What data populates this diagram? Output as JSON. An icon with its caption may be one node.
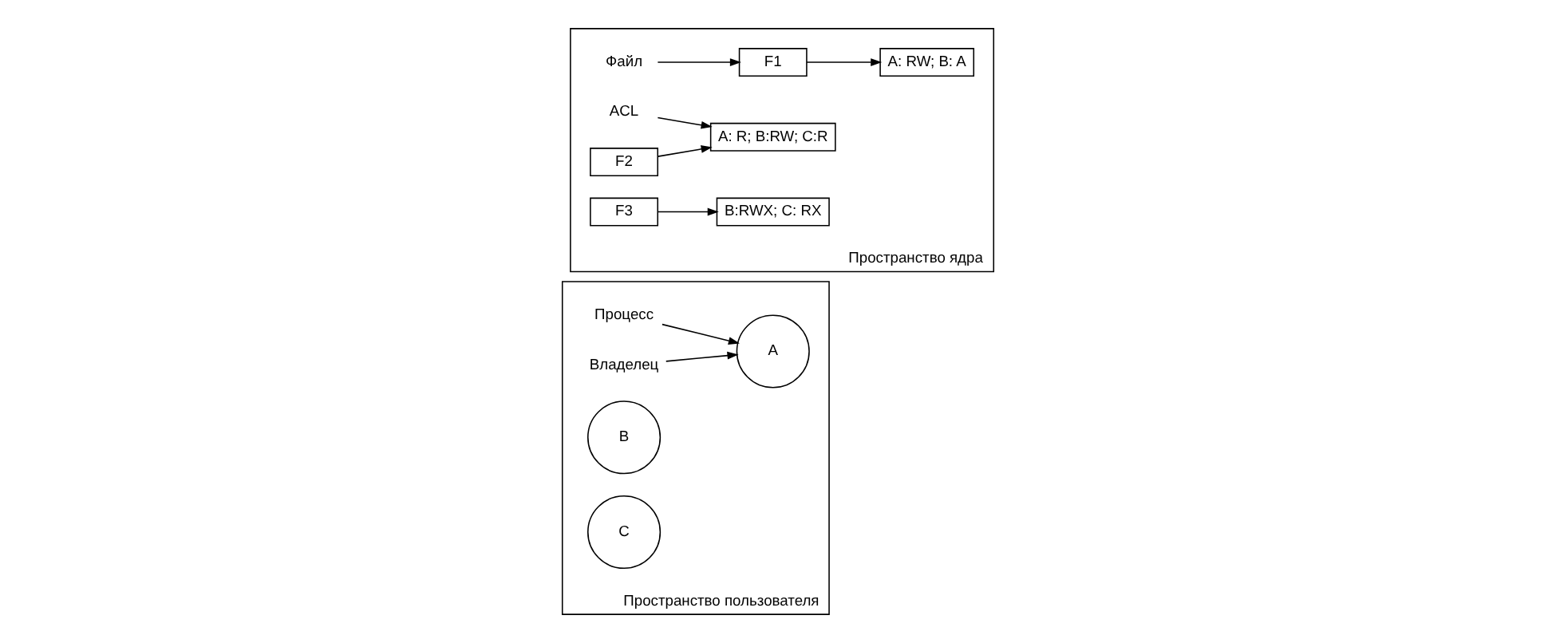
{
  "diagram": {
    "nodes": [
      {
        "text": [
          "Пространство пользователя"
        ]
      },
      {
        "text": [
          "Процесс"
        ],
        "in": 0
      },
      {
        "text": [
          "Владелец"
        ],
        "in": 0
      },
      {
        "text": [
          "A"
        ],
        "in": 0
      },
      {
        "text": [
          "B"
        ],
        "in": 0
      },
      {
        "text": [
          "C"
        ],
        "in": 0
      },
      {
        "text": [
          "Пространство ядра"
        ]
      },
      {
        "text": [
          "Файл"
        ],
        "in": 6
      },
      {
        "text": [
          "F1"
        ],
        "in": 6
      },
      {
        "text": [
          "A: RW; B: A"
        ],
        "in": 6
      },
      {
        "text": [
          "ACL"
        ],
        "in": 6
      },
      {
        "text": [
          "F2"
        ],
        "in": 6
      },
      {
        "text": [
          "A: R; B:RW; C:R"
        ],
        "in": 6
      },
      {
        "text": [
          "F3"
        ],
        "in": 6
      },
      {
        "text": [
          "B:RWX; C: RX"
        ],
        "in": 6
      }
    ],
    "edges": [
      {
        "from": 1,
        "to": 3,
        "arrow": "to"
      },
      {
        "from": 2,
        "to": 3,
        "arrow": "to"
      },
      {
        "from": 7,
        "to": 8,
        "arrow": "to"
      },
      {
        "from": 8,
        "to": 9,
        "arrow": "to"
      },
      {
        "from": 10,
        "to": 12,
        "arrow": "to"
      },
      {
        "from": 11,
        "to": 12,
        "arrow": "to"
      },
      {
        "from": 13,
        "to": 14,
        "arrow": "to"
      }
    ]
  }
}
